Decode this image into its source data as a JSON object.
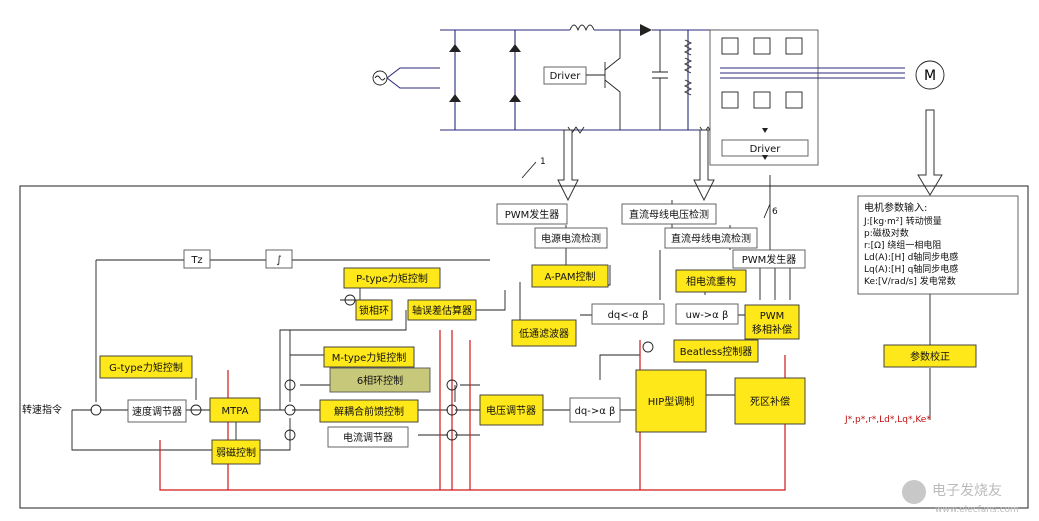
{
  "power": {
    "driver1": "Driver",
    "driver2": "Driver",
    "motor": "M",
    "mark1": "1",
    "mark6": "6"
  },
  "blocks": {
    "pwm_gen": "PWM发生器",
    "dc_bus_detect": "直流母线电压检测",
    "supply_current_detect": "电源电流检测",
    "dc_bus_current_detect": "直流母线电流检测",
    "pwm_gen2": "PWM发生器",
    "apam": "A-PAM控制",
    "phase_recon": "相电流重构",
    "ptype": "P-type力矩控制",
    "dq_ab": "dq<-α β",
    "uw_ab": "uw->α β",
    "pwm_comp": "PWM移相补偿",
    "lock_ring": "锁相环",
    "axis_err": "轴误差估算器",
    "lowpass": "低通滤波器",
    "beatless": "Beatless控制器",
    "gtype": "G-type力矩控制",
    "mtype": "M-type力矩控制",
    "sixstep": "6相环控制",
    "hip": "HIP型调制",
    "deadzone": "死区补偿",
    "speed_cmd": "转速指令",
    "speed_reg": "速度调节器",
    "mtpa": "MTPA",
    "decouple": "解耦合前馈控制",
    "volt_reg": "电压调节器",
    "dq_ab2": "dq->α β",
    "flux_weak": "弱磁控制",
    "current_reg": "电流调节器",
    "tz": "Tz",
    "integ": "∫",
    "param_cal": "参数校正"
  },
  "params": {
    "title": "电机参数输入:",
    "lines": [
      "J:[kg·m²] 转动惯量",
      "p:磁极对数",
      "r:[Ω] 绕组一相电阻",
      "Ld(A):[H] d轴同步电感",
      "Lq(A):[H] q轴同步电感",
      "Ke:[V/rad/s] 发电常数"
    ],
    "outputs": "J*,p*,r*,Ld*,Lq*,Ke*"
  },
  "watermark": {
    "text": "电子发烧友",
    "url": "www.elecfans.com"
  }
}
